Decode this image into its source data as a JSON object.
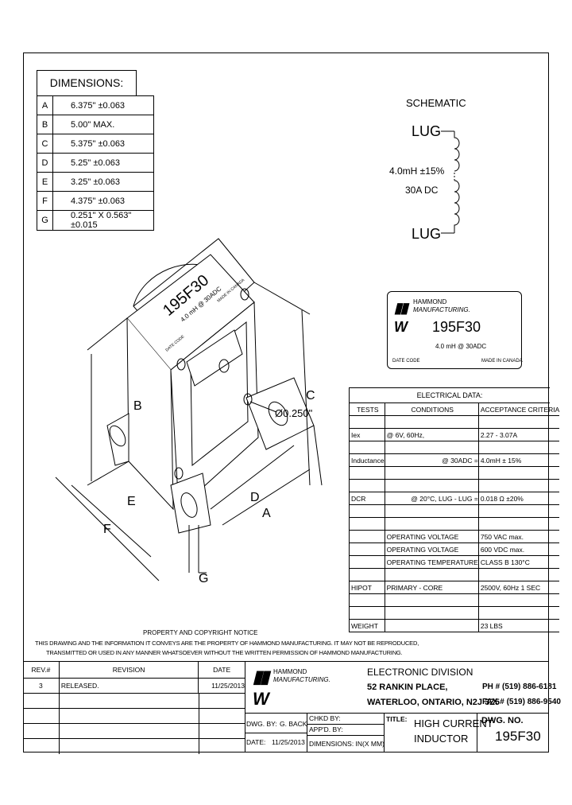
{
  "dimensions": {
    "title": "DIMENSIONS:",
    "rows": [
      {
        "key": "A",
        "value": "6.375\" ±0.063"
      },
      {
        "key": "B",
        "value": "5.00\" MAX."
      },
      {
        "key": "C",
        "value": "5.375\" ±0.063"
      },
      {
        "key": "D",
        "value": "5.25\" ±0.063"
      },
      {
        "key": "E",
        "value": "3.25\" ±0.063"
      },
      {
        "key": "F",
        "value": "4.375\" ±0.063"
      },
      {
        "key": "G",
        "value": "0.251\" X 0.563\" ±0.015"
      }
    ]
  },
  "schematic": {
    "title": "SCHEMATIC",
    "lug_top": "LUG",
    "lug_bottom": "LUG",
    "rating_1": "4.0mH ±15%",
    "rating_2": "30A DC"
  },
  "label": {
    "brand_1": "HAMMOND",
    "brand_2": "MANUFACTURING.",
    "part": "195F30",
    "rating": "4.0 mH @ 30ADC",
    "date_code": "DATE CODE",
    "made_in": "MADE IN CANADA"
  },
  "drawing": {
    "part_label": "195F30",
    "rating_label": "4.0 mH @ 30ADC",
    "made_in": "MADE IN CANADA",
    "date_code": "DATE CODE",
    "dim_a": "A",
    "dim_b": "B",
    "dim_c": "C",
    "dim_d": "D",
    "dim_e": "E",
    "dim_f": "F",
    "dim_g": "G",
    "hole": "Ø0.250\""
  },
  "electrical": {
    "title": "ELECTRICAL DATA:",
    "headers": [
      "TESTS",
      "CONDITIONS",
      "ACCEPTANCE CRITERIA"
    ],
    "rows": [
      [
        "",
        "",
        ""
      ],
      [
        "Iex",
        "@ 6V, 60Hz,",
        "2.27 - 3.07A"
      ],
      [
        "",
        "",
        ""
      ],
      [
        "Inductance",
        "@ 30ADC =",
        "4.0mH ± 15%"
      ],
      [
        "",
        "",
        ""
      ],
      [
        "",
        "",
        ""
      ],
      [
        "DCR",
        "@ 20°C, LUG - LUG =",
        "0.018 Ω    ±20%"
      ],
      [
        "",
        "",
        ""
      ],
      [
        "",
        "",
        ""
      ],
      [
        "",
        "OPERATING VOLTAGE",
        "750 VAC max."
      ],
      [
        "",
        "OPERATING VOLTAGE",
        "600 VDC max."
      ],
      [
        "",
        "OPERATING TEMPERATURE",
        "CLASS B    130°C"
      ],
      [
        "",
        "",
        ""
      ],
      [
        "HIPOT",
        "PRIMARY - CORE",
        "2500V, 60Hz 1 SEC"
      ],
      [
        "",
        "",
        ""
      ],
      [
        "",
        "",
        ""
      ],
      [
        "WEIGHT",
        "",
        "23 LBS"
      ]
    ]
  },
  "notice": {
    "title": "PROPERTY AND COPYRIGHT NOTICE",
    "line1": "THIS DRAWING AND THE INFORMATION IT CONVEYS ARE THE PROPERTY OF HAMMOND MANUFACTURING. IT MAY NOT BE REPRODUCED,",
    "line2": "TRANSMITTED OR USED IN ANY MANNER WHATSOEVER WITHOUT THE WRITTEN PERMISSION OF HAMMOND MANUFACTURING."
  },
  "revisions": {
    "headers": [
      "REV.#",
      "REVISION",
      "DATE"
    ],
    "rows": [
      {
        "rev": "3",
        "revision": "RELEASED.",
        "date": "11/25/2013"
      }
    ]
  },
  "titleblock": {
    "brand_1": "HAMMOND",
    "brand_2": "MANUFACTURING.",
    "division": "ELECTRONIC DIVISION",
    "address_1": "52 RANKIN PLACE,",
    "address_2": "WATERLOO, ONTARIO, N2J 3Z5",
    "phone": "PH # (519) 886-6181",
    "fax": "FAX # (519) 886-9540",
    "dwg_by_label": "DWG. BY:",
    "dwg_by": "G. BACK",
    "chkd_label": "CHKD BY:",
    "appd_label": "APP'D. BY:",
    "date_label": "DATE:",
    "date": "11/25/2013",
    "dims_label": "DIMENSIONS: IN(X MM)",
    "title_label": "TITLE:",
    "title_1": "HIGH CURRENT",
    "title_2": "INDUCTOR",
    "dwgno_label": "DWG. NO.",
    "dwgno": "195F30"
  }
}
